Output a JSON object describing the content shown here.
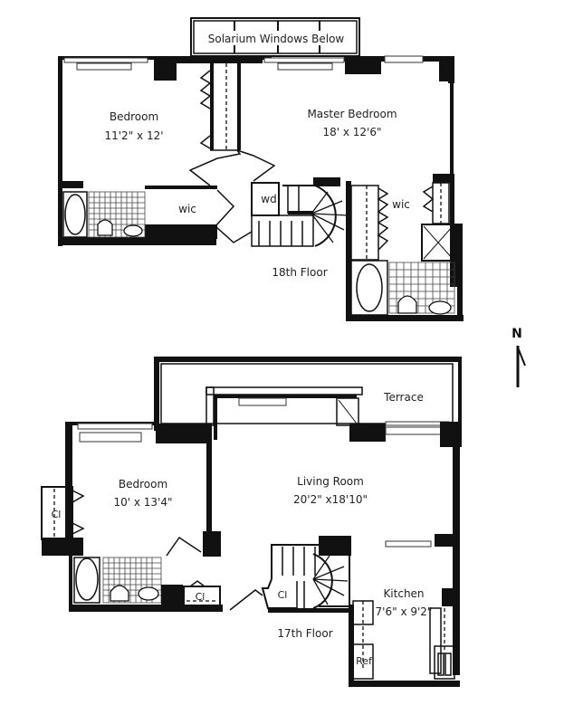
{
  "plan": {
    "floor18": {
      "label": "18th Floor",
      "solarium": "Solarium Windows Below",
      "bedroom": {
        "name": "Bedroom",
        "size": "11'2\" x 12'"
      },
      "master": {
        "name": "Master Bedroom",
        "size": "18' x 12'6\""
      },
      "wic_left": "wic",
      "wic_right": "wic",
      "wd": "wd"
    },
    "floor17": {
      "label": "17th Floor",
      "terrace": "Terrace",
      "bedroom": {
        "name": "Bedroom",
        "size": "10' x 13'4\""
      },
      "living": {
        "name": "Living Room",
        "size": "20'2\" x18'10\""
      },
      "kitchen": {
        "name": "Kitchen",
        "size": "7'6\" x 9'2\""
      },
      "closet_left": "Cl",
      "closet_hall": "Cl",
      "closet_stair": "Cl",
      "ref": "Ref"
    },
    "compass": {
      "label": "N"
    }
  }
}
